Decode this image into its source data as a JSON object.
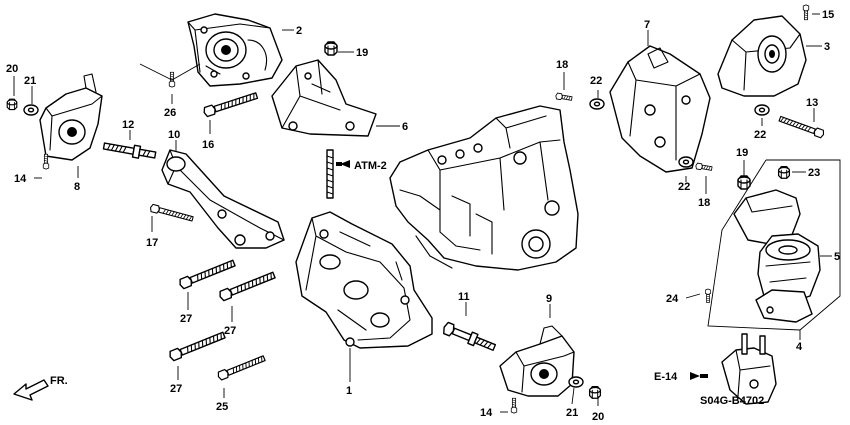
{
  "diagram": {
    "code": "S04G-B4702",
    "direction_label": "FR.",
    "ref_atm": "ATM-2",
    "ref_e14": "E-14"
  },
  "callouts": {
    "c1": "1",
    "c2": "2",
    "c3": "3",
    "c4": "4",
    "c5": "5",
    "c6": "6",
    "c7": "7",
    "c8": "8",
    "c9": "9",
    "c10": "10",
    "c11": "11",
    "c12": "12",
    "c13": "13",
    "c14a": "14",
    "c14b": "14",
    "c15": "15",
    "c16": "16",
    "c17": "17",
    "c18a": "18",
    "c18b": "18",
    "c19a": "19",
    "c19b": "19",
    "c20a": "20",
    "c20b": "20",
    "c21a": "21",
    "c21b": "21",
    "c22a": "22",
    "c22b": "22",
    "c22c": "22",
    "c23": "23",
    "c24": "24",
    "c25": "25",
    "c26": "26",
    "c27a": "27",
    "c27b": "27",
    "c27c": "27"
  }
}
